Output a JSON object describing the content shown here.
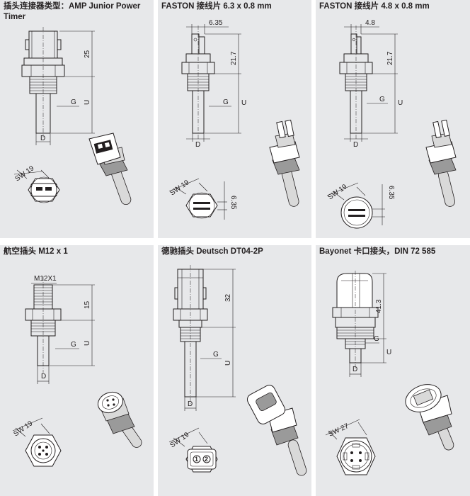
{
  "panels": [
    {
      "title": "插头连接器类型：AMP Junior Power Timer",
      "dims": {
        "length": "25",
        "u": "U",
        "g": "G",
        "d": "D",
        "sw": "SW 19"
      }
    },
    {
      "title": "FASTON 接线片 6.3 x 0.8 mm",
      "dims": {
        "width": "6.35",
        "length": "21.7",
        "u": "U",
        "g": "G",
        "d": "D",
        "sw": "SW 19",
        "width2": "6.35"
      }
    },
    {
      "title": "FASTON 接线片 4.8 x 0.8 mm",
      "dims": {
        "width": "4.8",
        "length": "21.7",
        "u": "U",
        "g": "G",
        "d": "D",
        "sw": "SW 19",
        "width2": "6.35"
      }
    },
    {
      "title": "航空插头 M12 x 1",
      "dims": {
        "thread": "M12X1",
        "length": "15",
        "u": "U",
        "g": "G",
        "d": "D",
        "sw": "SW 19"
      }
    },
    {
      "title": "德驰插头 Deutsch DT04-2P",
      "dims": {
        "length": "32",
        "u": "U",
        "g": "G",
        "d": "D",
        "sw": "SW 19",
        "pin1": "1",
        "pin2": "2"
      }
    },
    {
      "title": "Bayonet 卡口接头，DIN 72 585",
      "dims": {
        "length": "41.3",
        "u": "U",
        "g": "G",
        "d": "D",
        "sw": "SW 27"
      }
    }
  ]
}
